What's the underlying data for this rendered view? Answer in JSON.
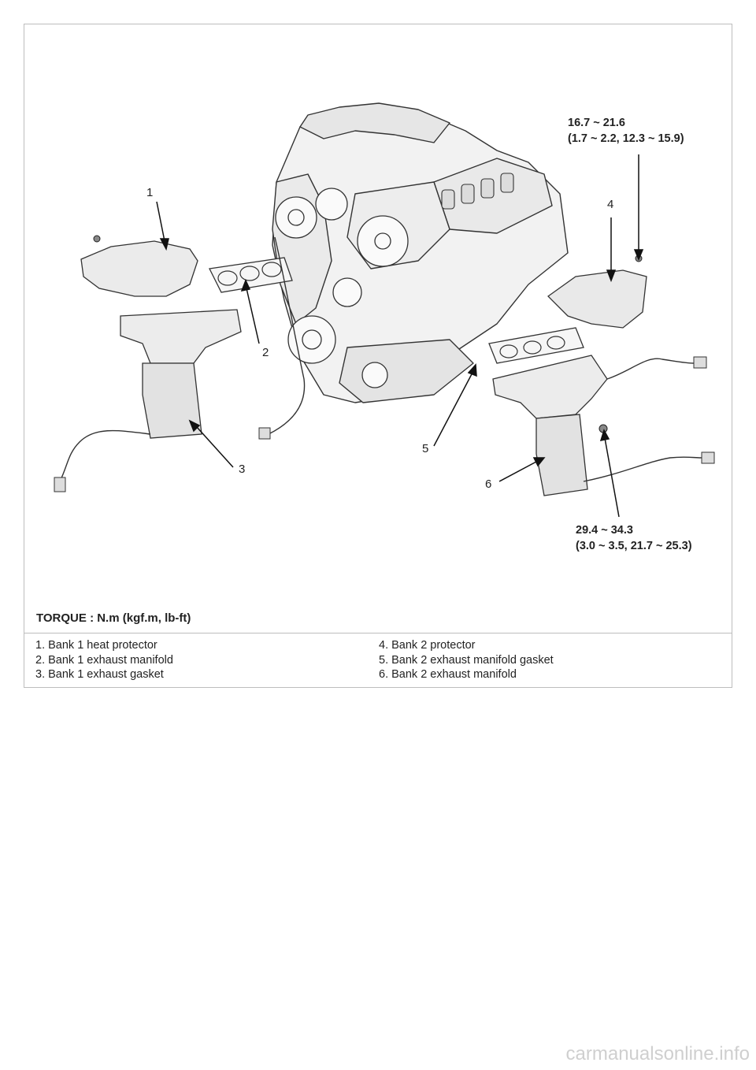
{
  "figure": {
    "callouts": [
      "1",
      "2",
      "3",
      "4",
      "5",
      "6"
    ],
    "torque_specs": [
      {
        "line1": "16.7 ~ 21.6",
        "line2": "(1.7 ~ 2.2, 12.3 ~ 15.9)"
      },
      {
        "line1": "29.4 ~ 34.3",
        "line2": "(3.0 ~ 3.5, 21.7 ~ 25.3)"
      }
    ],
    "torque_unit_label": "TORQUE : N.m (kgf.m, lb-ft)"
  },
  "legend": {
    "left": [
      "1.  Bank 1 heat protector",
      "2.  Bank 1 exhaust manifold",
      "3.  Bank 1 exhaust gasket"
    ],
    "right": [
      "4.  Bank 2 protector",
      "5.  Bank 2 exhaust manifold gasket",
      "6.  Bank 2 exhaust manifold"
    ]
  },
  "watermark": "carmanualsonline.info"
}
